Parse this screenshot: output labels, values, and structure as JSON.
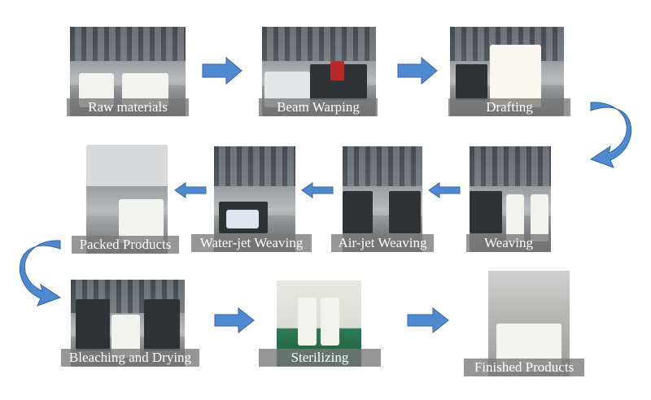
{
  "steps": [
    {
      "label": "Raw materials"
    },
    {
      "label": "Beam Warping"
    },
    {
      "label": "Drafting"
    },
    {
      "label": "Weaving"
    },
    {
      "label": "Air-jet Weaving"
    },
    {
      "label": "Water-jet Weaving"
    },
    {
      "label": "Packed Products"
    },
    {
      "label": "Bleaching and Drying"
    },
    {
      "label": "Sterilizing"
    },
    {
      "label": "Finished Products"
    }
  ],
  "colors": {
    "arrow": "#4f8ad0",
    "arrow_edge": "#2d64a6",
    "label_bg": "#787878",
    "label_text": "#ffffff"
  }
}
